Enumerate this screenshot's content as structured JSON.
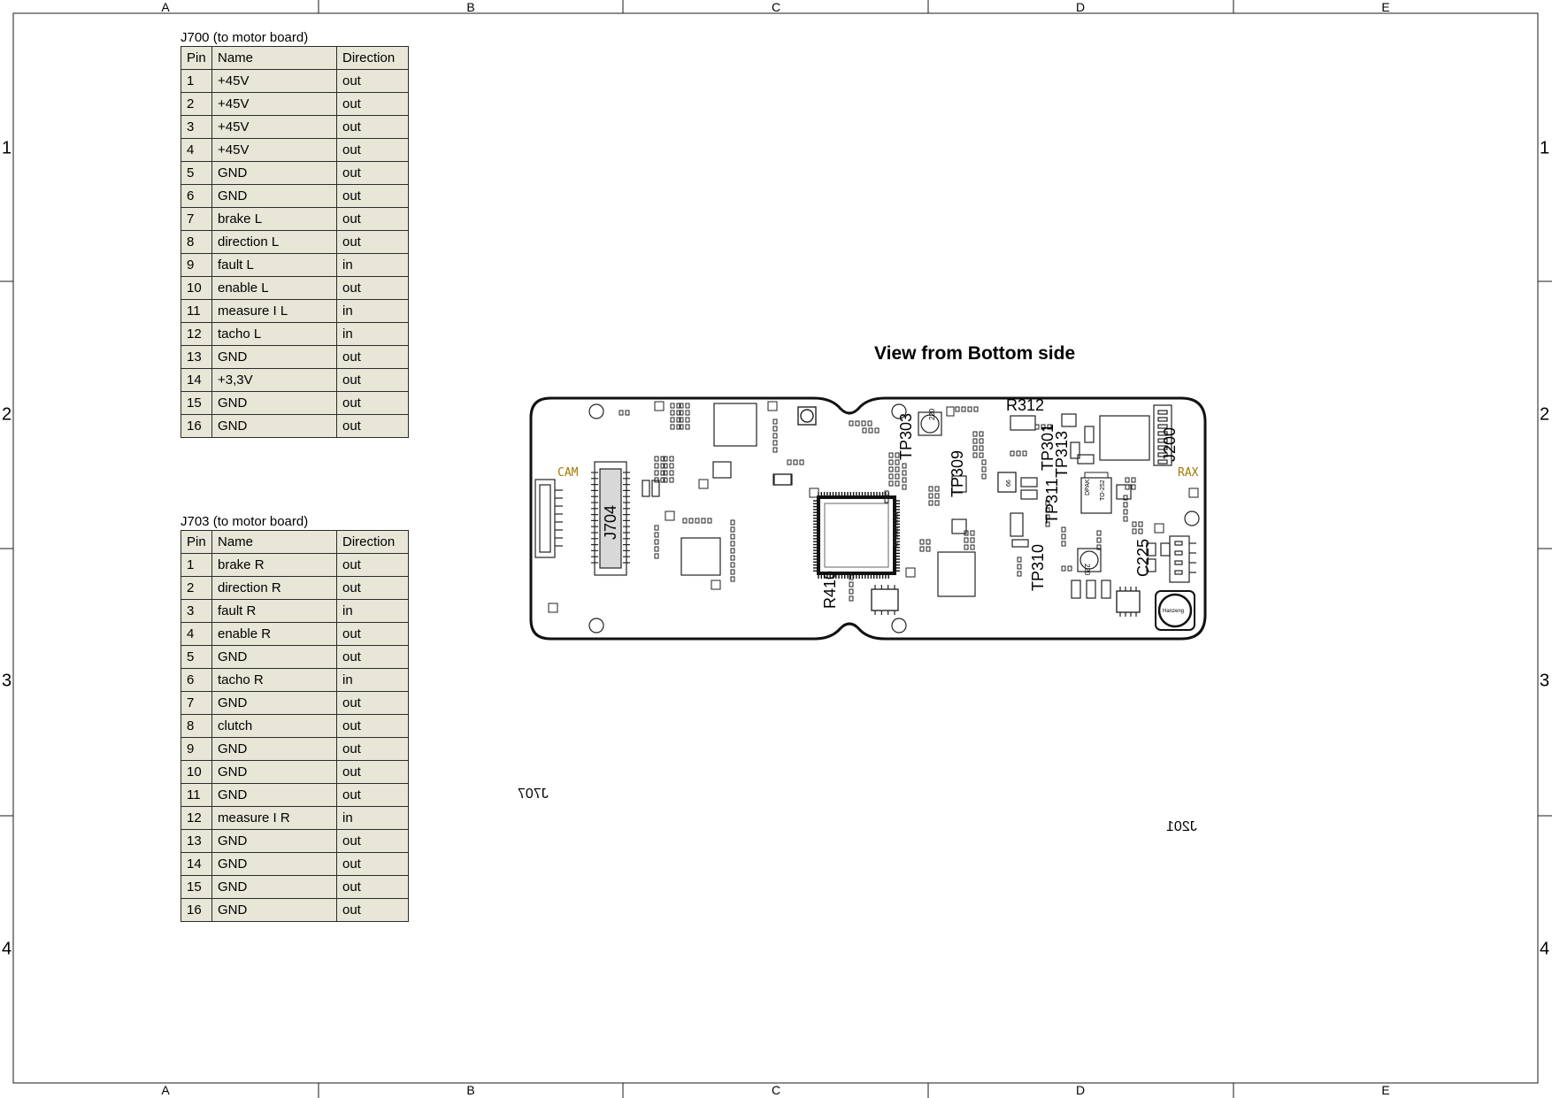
{
  "frame": {
    "columns": [
      "A",
      "B",
      "C",
      "D",
      "E"
    ],
    "rows": [
      "1",
      "2",
      "3",
      "4"
    ]
  },
  "tables": [
    {
      "caption": "J700 (to motor board)",
      "headers": [
        "Pin",
        "Name",
        "Direction"
      ],
      "rows": [
        [
          "1",
          "+45V",
          "out"
        ],
        [
          "2",
          "+45V",
          "out"
        ],
        [
          "3",
          "+45V",
          "out"
        ],
        [
          "4",
          "+45V",
          "out"
        ],
        [
          "5",
          "GND",
          "out"
        ],
        [
          "6",
          "GND",
          "out"
        ],
        [
          "7",
          "brake L",
          "out"
        ],
        [
          "8",
          "direction L",
          "out"
        ],
        [
          "9",
          "fault L",
          "in"
        ],
        [
          "10",
          "enable L",
          "out"
        ],
        [
          "11",
          "measure I L",
          "in"
        ],
        [
          "12",
          "tacho L",
          "in"
        ],
        [
          "13",
          "GND",
          "out"
        ],
        [
          "14",
          "+3,3V",
          "out"
        ],
        [
          "15",
          "GND",
          "out"
        ],
        [
          "16",
          "GND",
          "out"
        ]
      ]
    },
    {
      "caption": "J703 (to motor board)",
      "headers": [
        "Pin",
        "Name",
        "Direction"
      ],
      "rows": [
        [
          "1",
          "brake R",
          "out"
        ],
        [
          "2",
          "direction R",
          "out"
        ],
        [
          "3",
          "fault R",
          "in"
        ],
        [
          "4",
          "enable R",
          "out"
        ],
        [
          "5",
          "GND",
          "out"
        ],
        [
          "6",
          "tacho R",
          "in"
        ],
        [
          "7",
          "GND",
          "out"
        ],
        [
          "8",
          "clutch",
          "out"
        ],
        [
          "9",
          "GND",
          "out"
        ],
        [
          "10",
          "GND",
          "out"
        ],
        [
          "11",
          "GND",
          "out"
        ],
        [
          "12",
          "measure I R",
          "in"
        ],
        [
          "13",
          "GND",
          "out"
        ],
        [
          "14",
          "GND",
          "out"
        ],
        [
          "15",
          "GND",
          "out"
        ],
        [
          "16",
          "GND",
          "out"
        ]
      ]
    }
  ],
  "view_title": "View from Bottom side",
  "pcb_labels": {
    "cam": "CAM",
    "rax": "RAX",
    "j704": "J704",
    "tp303": "TP303",
    "tp309": "TP309",
    "r312": "R312",
    "tp301": "TP301",
    "tp313": "TP313",
    "tp311": "TP311",
    "j200": "J200",
    "tp310": "TP310",
    "c225": "C225",
    "r410": "R410",
    "ind1": "220",
    "ind2": "220",
    "dpak1": "DPAK",
    "dpak2": "TO-252",
    "chip_small": "66",
    "big_inductor": "Hanzeng"
  },
  "mirrored_labels": {
    "j707": "J707",
    "j201": "J201"
  },
  "colors": {
    "table_fill": "#e8e6d7",
    "silk_accent": "#a07800",
    "line": "#1a1a1a"
  }
}
